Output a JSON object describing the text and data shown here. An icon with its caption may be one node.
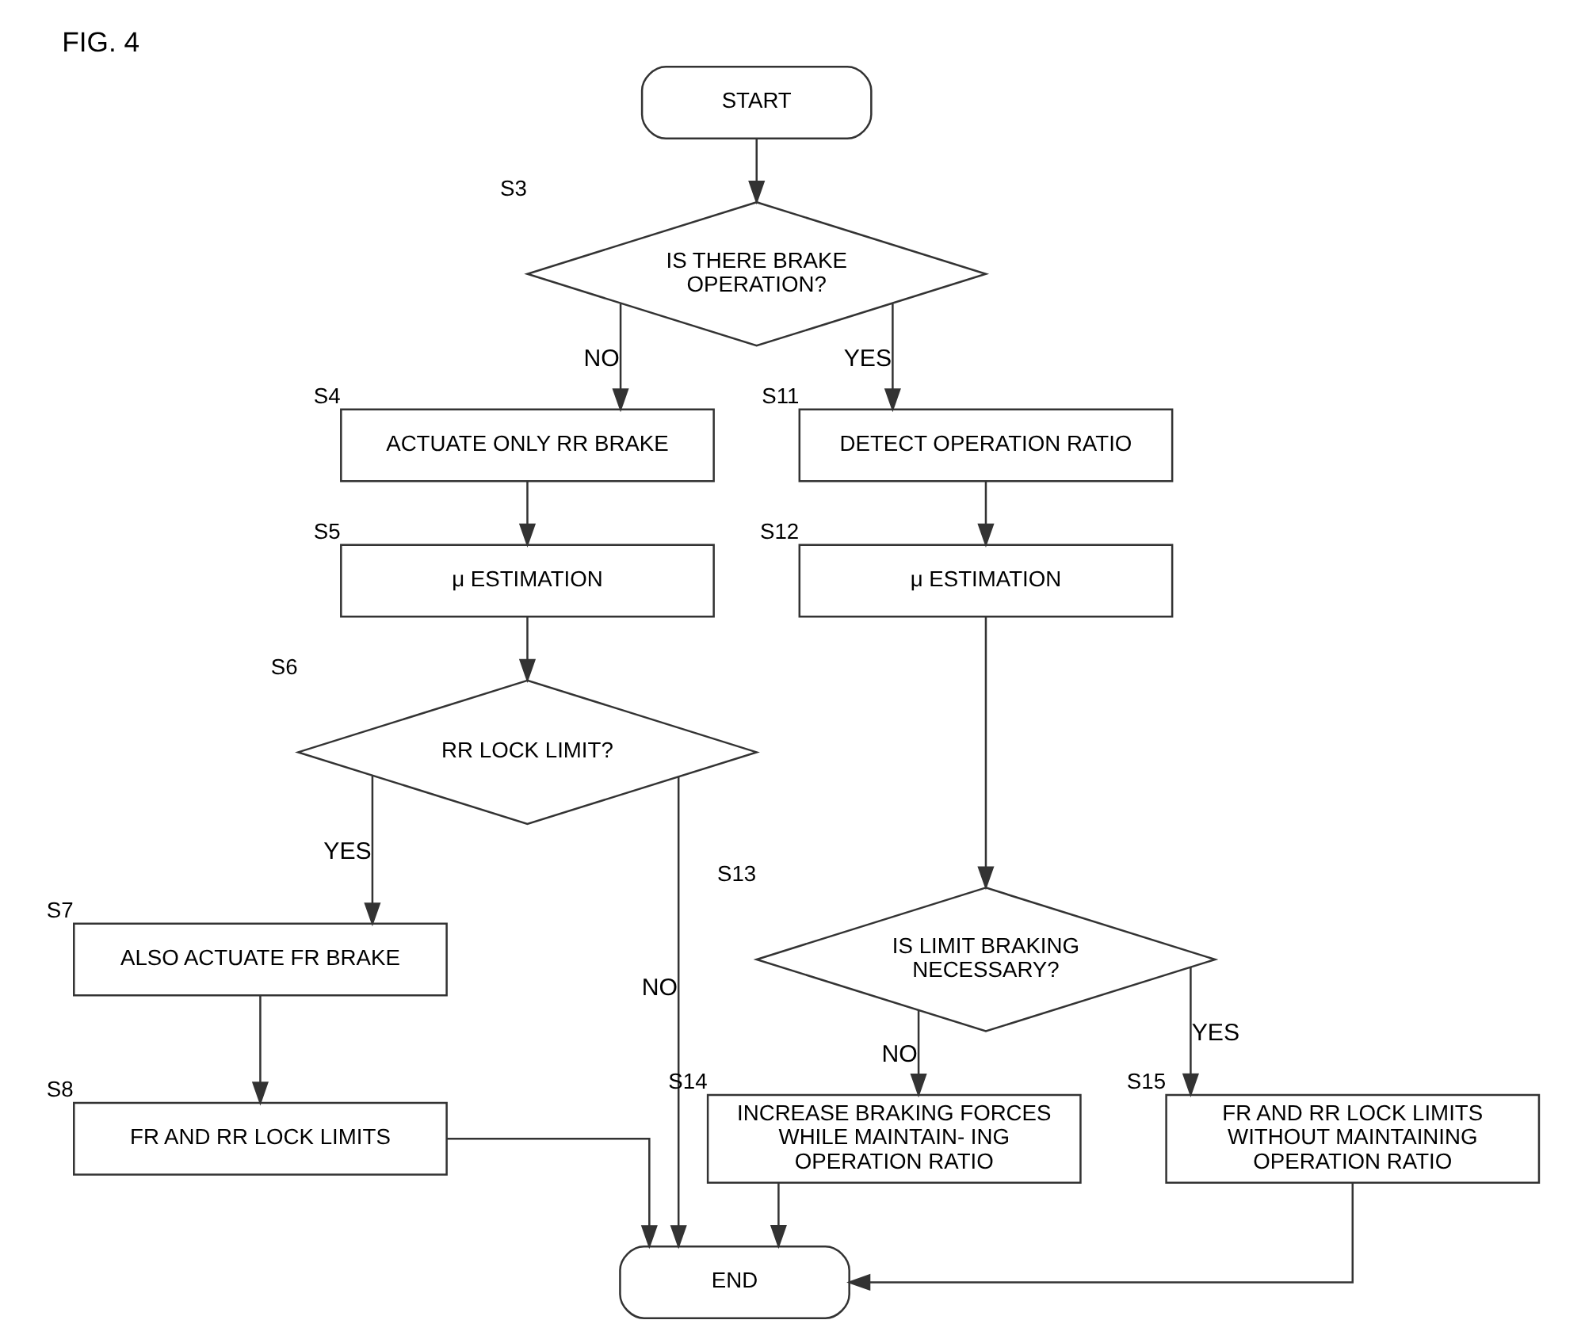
{
  "diagram": {
    "title": "FIG. 4",
    "nodes": [
      {
        "text": [
          "START"
        ]
      },
      {
        "text": [
          "IS THERE BRAKE OPERATION?"
        ],
        "beside": [
          "S3"
        ]
      },
      {
        "text": [
          "ACTUATE ONLY RR BRAKE"
        ],
        "beside": [
          "S4"
        ]
      },
      {
        "text": [
          "μ ESTIMATION"
        ],
        "beside": [
          "S5"
        ]
      },
      {
        "text": [
          "RR LOCK LIMIT?"
        ],
        "beside": [
          "S6"
        ]
      },
      {
        "text": [
          "ALSO ACTUATE FR BRAKE"
        ],
        "beside": [
          "S7"
        ]
      },
      {
        "text": [
          "FR AND RR LOCK LIMITS"
        ],
        "beside": [
          "S8"
        ]
      },
      {
        "text": [
          "DETECT OPERATION RATIO"
        ],
        "beside": [
          "S11"
        ]
      },
      {
        "text": [
          "μ ESTIMATION"
        ],
        "beside": [
          "S12"
        ]
      },
      {
        "text": [
          "IS LIMIT BRAKING NECESSARY?"
        ],
        "beside": [
          "S13"
        ]
      },
      {
        "text": [
          "INCREASE BRAKING FORCES WHILE MAINTAIN- ING OPERATION RATIO"
        ],
        "beside": [
          "S14"
        ]
      },
      {
        "text": [
          "FR AND RR LOCK LIMITS WITHOUT MAINTAINING OPERATION RATIO"
        ],
        "beside": [
          "S15"
        ]
      },
      {
        "text": [
          "END"
        ]
      }
    ],
    "edges": [
      {
        "from": 0,
        "to": 1,
        "arrow": "to"
      },
      {
        "from": 1,
        "to": 7,
        "arrow": "to",
        "label": "YES"
      },
      {
        "from": 1,
        "to": 2,
        "arrow": "to",
        "label": "NO"
      },
      {
        "from": 2,
        "to": 3,
        "arrow": "to"
      },
      {
        "from": 3,
        "to": 4,
        "arrow": "to"
      },
      {
        "from": 4,
        "to": 12,
        "arrow": "to",
        "label": "NO"
      },
      {
        "from": 4,
        "to": 5,
        "arrow": "to",
        "label": "YES"
      },
      {
        "from": 5,
        "to": 6,
        "arrow": "to"
      },
      {
        "from": 6,
        "to": 12,
        "arrow": "to"
      },
      {
        "from": 7,
        "to": 8,
        "arrow": "to"
      },
      {
        "from": 8,
        "to": 9,
        "arrow": "to"
      },
      {
        "from": 9,
        "to": 10,
        "arrow": "to",
        "label": "NO"
      },
      {
        "from": 9,
        "to": 11,
        "arrow": "to",
        "label": "YES"
      },
      {
        "from": 10,
        "to": 12,
        "arrow": "to"
      },
      {
        "from": 11,
        "to": 12,
        "arrow": "to"
      }
    ]
  }
}
